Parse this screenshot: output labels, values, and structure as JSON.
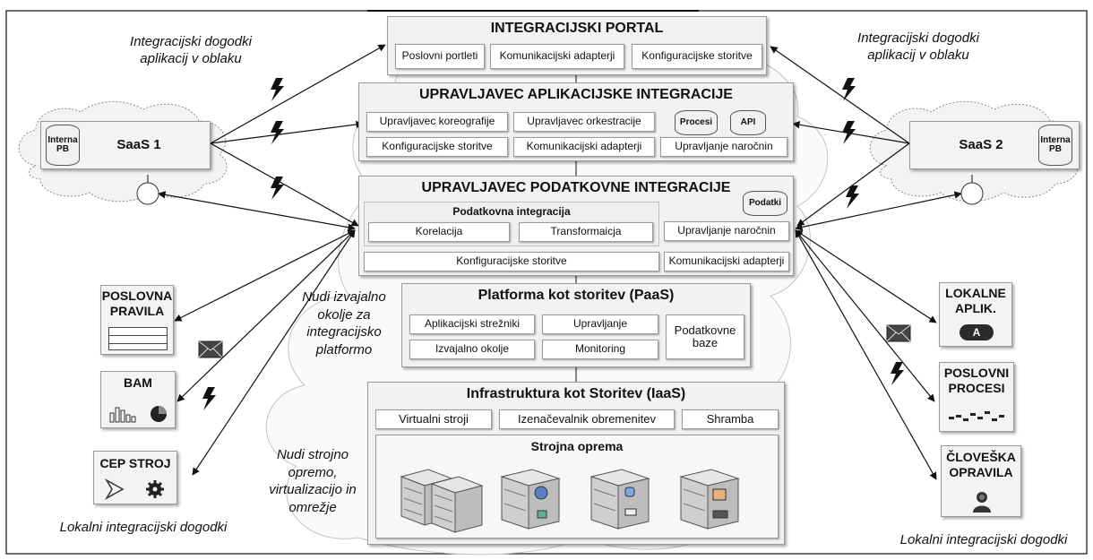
{
  "portal": {
    "title": "INTEGRACIJSKI PORTAL",
    "items": [
      "Poslovni portleti",
      "Komunikacijski adapterji",
      "Konfiguracijske storitve"
    ]
  },
  "app_integration": {
    "title": "UPRAVLJAVEC APLIKACIJSKE INTEGRACIJE",
    "row1": [
      "Upravljavec koreografije",
      "Upravljavec orkestracije"
    ],
    "row2": [
      "Konfiguracijske storitve",
      "Komunikacijski adapterji",
      "Upravljanje naročnin"
    ],
    "cyl_procesi": "Procesi",
    "cyl_api": "API"
  },
  "data_integration": {
    "title": "UPRAVLJAVEC PODATKOVNE INTEGRACIJE",
    "cyl_podatki": "Podatki",
    "sub_title": "Podatkovna integracija",
    "korelacija": "Korelacija",
    "transformacija": "Transformaicja",
    "upravljanje": "Upravljanje naročnin",
    "konfig": "Konfiguracijske storitve",
    "komunik": "Komunikacijski adapterji"
  },
  "paas": {
    "title": "Platforma kot storitev (PaaS)",
    "items": [
      "Aplikacijski strežniki",
      "Upravljanje",
      "Izvajalno okolje",
      "Monitoring"
    ],
    "db": "Podatkovne baze"
  },
  "iaas": {
    "title": "Infrastruktura kot Storitev (IaaS)",
    "items": [
      "Virtualni stroji",
      "Izenačevalnik obremenitev",
      "Shramba"
    ],
    "hw_title": "Strojna oprema"
  },
  "saas1": {
    "label": "SaaS  1",
    "db": "Interna PB"
  },
  "saas2": {
    "label": "SaaS  2",
    "db": "Interna PB"
  },
  "labels": {
    "cloud_events_left": "Integracijski dogodki aplikacij v oblaku",
    "cloud_events_right": "Integracijski dogodki aplikacij v oblaku",
    "runtime_note": "Nudi izvajalno okolje za integracijsko platformo",
    "hw_note": "Nudi strojno opremo, virtualizacijo in omrežje",
    "local_events_left": "Lokalni integracijski dogodki",
    "local_events_right": "Lokalni integracijski dogodki"
  },
  "left_boxes": {
    "rules": "POSLOVNA PRAVILA",
    "bam": "BAM",
    "cep": "CEP STROJ"
  },
  "right_boxes": {
    "local_apps": "LOKALNE APLIK.",
    "local_apps_badge": "A",
    "processes": "POSLOVNI PROCESI",
    "tasks": "ČLOVEŠKA OPRAVILA"
  },
  "icons": [
    "lightning-icon",
    "envelope-icon",
    "database-icon",
    "server-icon",
    "filter-icon",
    "gear-icon",
    "bar-chart-icon",
    "pie-icon",
    "person-icon"
  ]
}
